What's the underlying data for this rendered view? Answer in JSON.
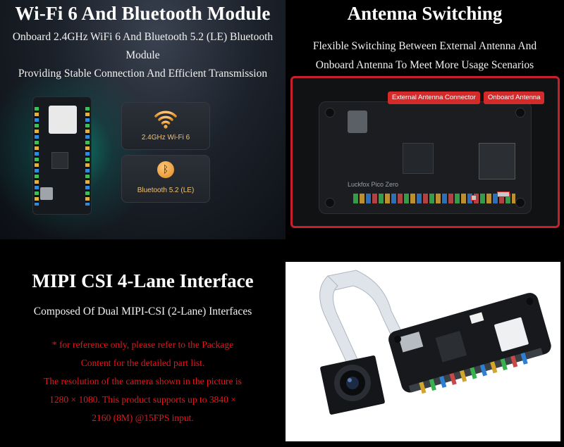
{
  "wifi_panel": {
    "title": "Wi-Fi 6 And Bluetooth Module",
    "subtitle_line1": "Onboard 2.4GHz WiFi 6 And Bluetooth 5.2 (LE) Bluetooth",
    "subtitle_line2": "Module",
    "subtitle_line3": "Providing Stable Connection And Efficient Transmission",
    "wifi_card_label": "2.4GHz Wi-Fi 6",
    "bluetooth_card_label": "Bluetooth 5.2 (LE)",
    "accent_color": "#f0c27a"
  },
  "antenna_panel": {
    "title": "Antenna Switching",
    "subtitle_line1": "Flexible Switching Between External Antenna And",
    "subtitle_line2": "Onboard Antenna To Meet More Usage Scenarios",
    "external_tag": "External Antenna Connector",
    "onboard_tag": "Onboard Antenna",
    "board_name": "Luckfox Pico Zero",
    "highlight_color": "#c8202a"
  },
  "mipi_panel": {
    "title": "MIPI CSI 4-Lane Interface",
    "subtitle": "Composed Of Dual MIPI-CSI (2-Lane) Interfaces",
    "note_line1": "* for reference only, please refer to the Package",
    "note_line2": "Content for the detailed part list.",
    "note_line3": "The resolution of the camera shown in the picture is",
    "note_line4": "1280 × 1080. This product supports up to 3840 ×",
    "note_line5": "2160 (8M) @15FPS input.",
    "note_color": "#e8151b"
  }
}
